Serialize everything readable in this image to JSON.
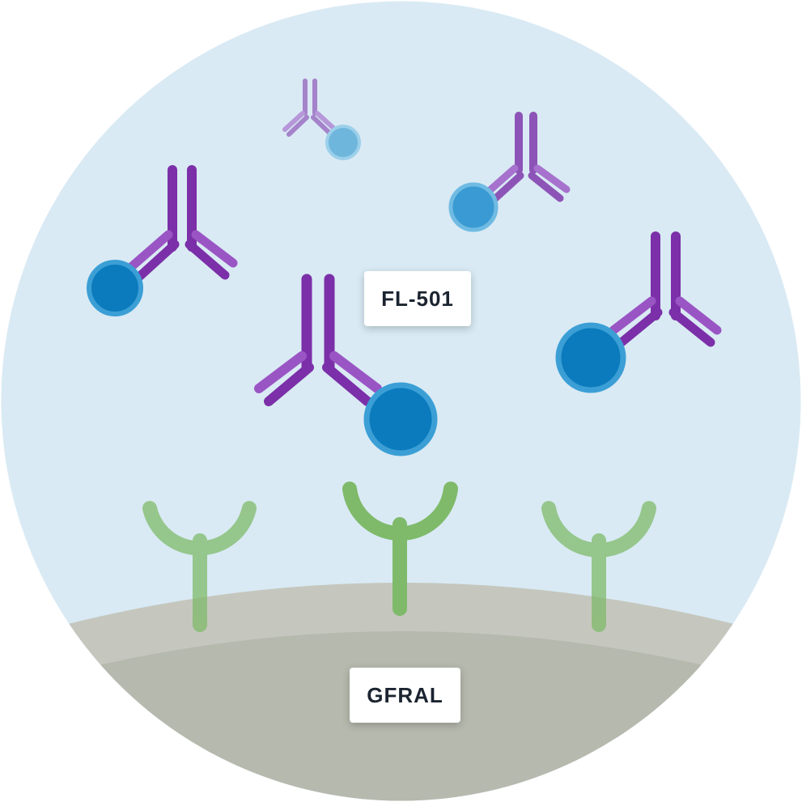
{
  "labels": {
    "drug": "FL-501",
    "receptor": "GFRAL"
  },
  "colors": {
    "background_fluid": "#d9eaf4",
    "membrane_outer": "#c5c7be",
    "membrane_inner": "#b6b9ae",
    "antibody_dark": "#7b2fa8",
    "antibody_light": "#9a55c4",
    "antibody_faint": "#b88ad6",
    "payload_fill": "#0b7bbd",
    "payload_ring": "#3b9fd6",
    "receptor_strong": "#7fba6a",
    "receptor_faint": "#96c987"
  },
  "icons": {
    "antibody": "antibody-icon",
    "payload": "payload-sphere-icon",
    "receptor": "receptor-icon",
    "membrane": "cell-membrane-shape"
  }
}
